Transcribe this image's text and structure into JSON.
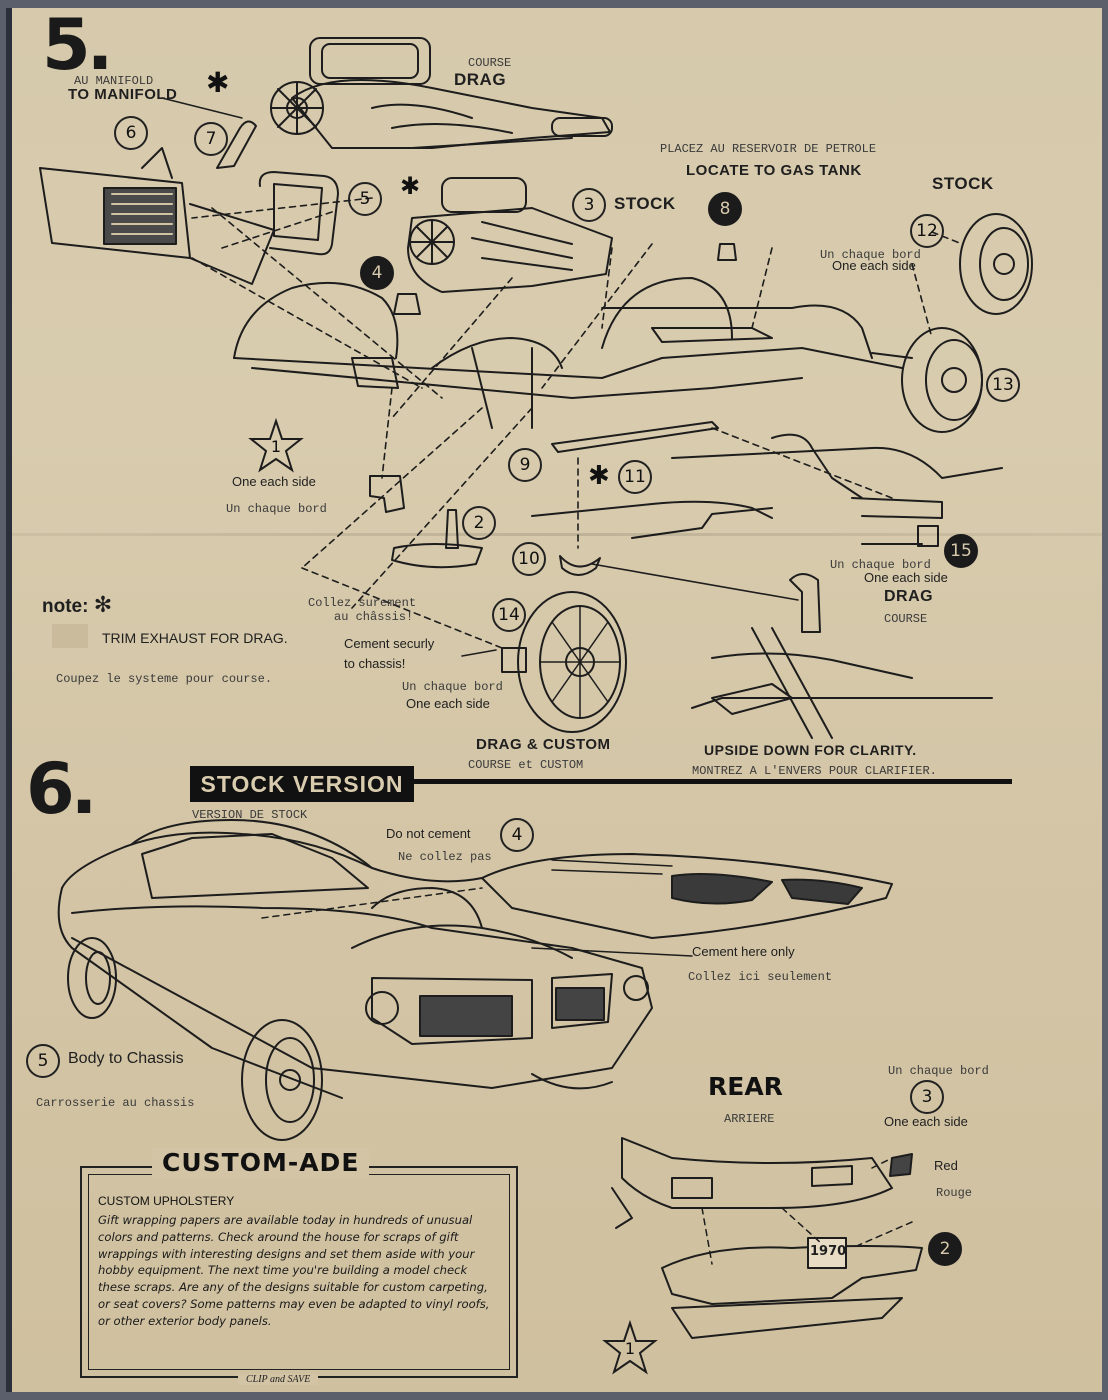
{
  "step5": {
    "number": "5.",
    "manifold_fr": "AU MANIFOLD",
    "manifold_en": "TO MANIFOLD",
    "course_fr": "COURSE",
    "drag_en": "DRAG",
    "stock_en": "STOCK",
    "gas_fr": "PLACEZ AU RESERVOIR DE PETROLE",
    "gas_en": "LOCATE TO GAS TANK",
    "stock_right": "STOCK",
    "wheel_side_fr": "Un chaque bord",
    "wheel_side_en": "One each side",
    "one_each_side": "One each side",
    "un_chaque_bord": "Un chaque bord",
    "collez_fr_1": "Collez surement",
    "collez_fr_2": "au châssis!",
    "cement_en_1": "Cement securly",
    "cement_en_2": "to chassis!",
    "front_side_fr": "Un chaque bord",
    "front_side_en": "One each side",
    "drag_custom_en": "DRAG & CUSTOM",
    "drag_custom_fr": "COURSE et CUSTOM",
    "bar_side_fr": "Un chaque bord",
    "bar_side_en": "One each side",
    "drag_right": "DRAG",
    "course_right": "COURSE",
    "upside_en": "UPSIDE DOWN FOR CLARITY.",
    "upside_fr": "MONTREZ A L'ENVERS POUR CLARIFIER.",
    "note_label": "note:",
    "note_symbol": "✻",
    "note_en": "TRIM EXHAUST FOR DRAG.",
    "note_fr": "Coupez le systeme pour course.",
    "parts": [
      "1",
      "2",
      "3",
      "4",
      "5",
      "6",
      "7",
      "8",
      "9",
      "10",
      "11",
      "12",
      "13",
      "14",
      "15"
    ]
  },
  "step6": {
    "number": "6.",
    "banner": "STOCK VERSION",
    "banner_fr": "VERSION DE STOCK",
    "hood_en": "Do not cement",
    "hood_fr": "Ne collez pas",
    "hood_part": "4",
    "cement_en": "Cement here only",
    "cement_fr": "Collez ici seulement",
    "body_part": "5",
    "body_en": "Body to Chassis",
    "body_fr": "Carrosserie au chassis",
    "rear_en": "REAR",
    "rear_fr": "ARRIERE",
    "rear_side_fr": "Un chaque bord",
    "rear_part": "3",
    "rear_side_en": "One each side",
    "red_en": "Red",
    "red_fr": "Rouge",
    "rear_part2": "2",
    "rear_star": "1",
    "plate": "1970"
  },
  "custom_ade": {
    "title": "CUSTOM-ADE",
    "subtitle": "CUSTOM UPHOLSTERY",
    "body": "Gift wrapping papers are available today in hundreds of unusual colors and patterns. Check around the house for scraps of gift wrappings with interesting designs and set them aside with your hobby equipment. The next time you're building a model check these scraps. Are any of the designs suitable for custom carpeting, or seat covers? Some patterns may even be adapted to vinyl roofs, or other exterior body panels.",
    "footer": "CLIP and SAVE"
  }
}
